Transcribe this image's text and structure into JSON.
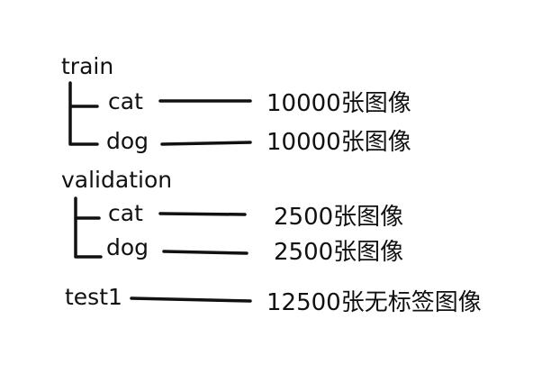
{
  "colors": {
    "ink": "#111111",
    "background": "#ffffff"
  },
  "train": {
    "label": "train",
    "cat": {
      "label": "cat",
      "count": "10000张图像"
    },
    "dog": {
      "label": "dog",
      "count": "10000张图像"
    }
  },
  "validation": {
    "label": "validation",
    "cat": {
      "label": "cat",
      "count": "2500张图像"
    },
    "dog": {
      "label": "dog",
      "count": "2500张图像"
    }
  },
  "test": {
    "label": "test1",
    "count": "12500张无标签图像"
  }
}
